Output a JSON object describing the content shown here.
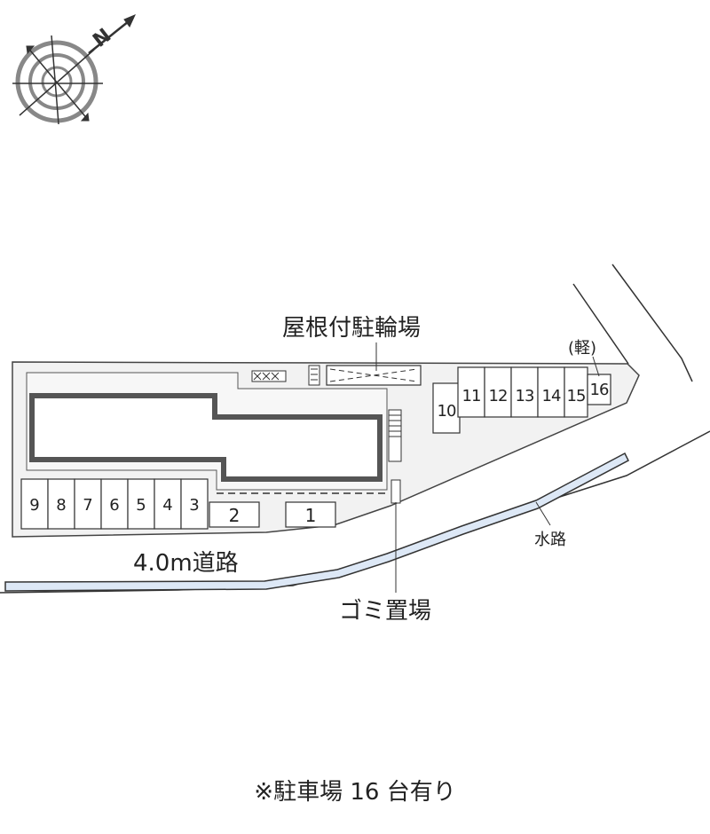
{
  "compass": {
    "north_label": "N",
    "icon": "compass-rose-icon"
  },
  "labels": {
    "bicycle_parking": "屋根付駐輪場",
    "kei_car": "(軽)",
    "road": "4.0m道路",
    "waterway": "水路",
    "garbage": "ゴミ置場",
    "note": "※駐車場 16 台有り"
  },
  "parking_spaces": {
    "s1": "1",
    "s2": "2",
    "s3": "3",
    "s4": "4",
    "s5": "5",
    "s6": "6",
    "s7": "7",
    "s8": "8",
    "s9": "9",
    "s10": "10",
    "s11": "11",
    "s12": "12",
    "s13": "13",
    "s14": "14",
    "s15": "15",
    "s16": "16"
  },
  "colors": {
    "line": "#333333",
    "lot_fill": "#f2f2f2",
    "building": "#555555",
    "water": "#dde8f6"
  }
}
